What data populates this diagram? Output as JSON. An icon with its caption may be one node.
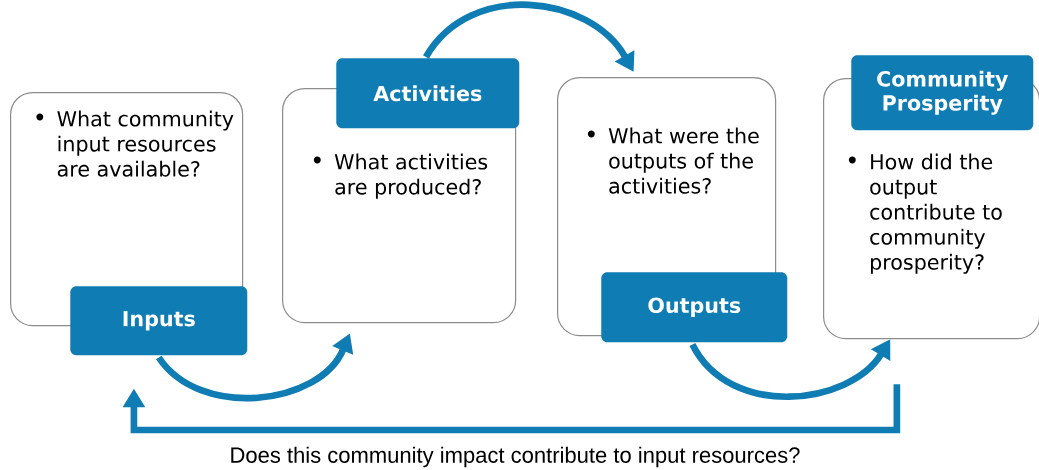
{
  "diagram": {
    "nodes": [
      {
        "text": [
          "What community input resources are available?"
        ]
      },
      {
        "text": [
          "Inputs"
        ]
      },
      {
        "text": [
          "What activities are produced?"
        ]
      },
      {
        "text": [
          "Activities"
        ]
      },
      {
        "text": [
          "What were the outputs of the activities?"
        ]
      },
      {
        "text": [
          "Outputs"
        ]
      },
      {
        "text": [
          "How did the output contribute to community prosperity?"
        ]
      },
      {
        "text": [
          "Community Prosperity"
        ]
      }
    ],
    "edges": [
      {
        "from": 1,
        "to": 2,
        "arrow": "to"
      },
      {
        "from": 3,
        "to": 4,
        "arrow": "to"
      },
      {
        "from": 5,
        "to": 6,
        "arrow": "to"
      },
      {
        "from": 6,
        "to": 1,
        "arrow": "to",
        "label": "Does this community impact contribute to input resources?"
      }
    ]
  }
}
